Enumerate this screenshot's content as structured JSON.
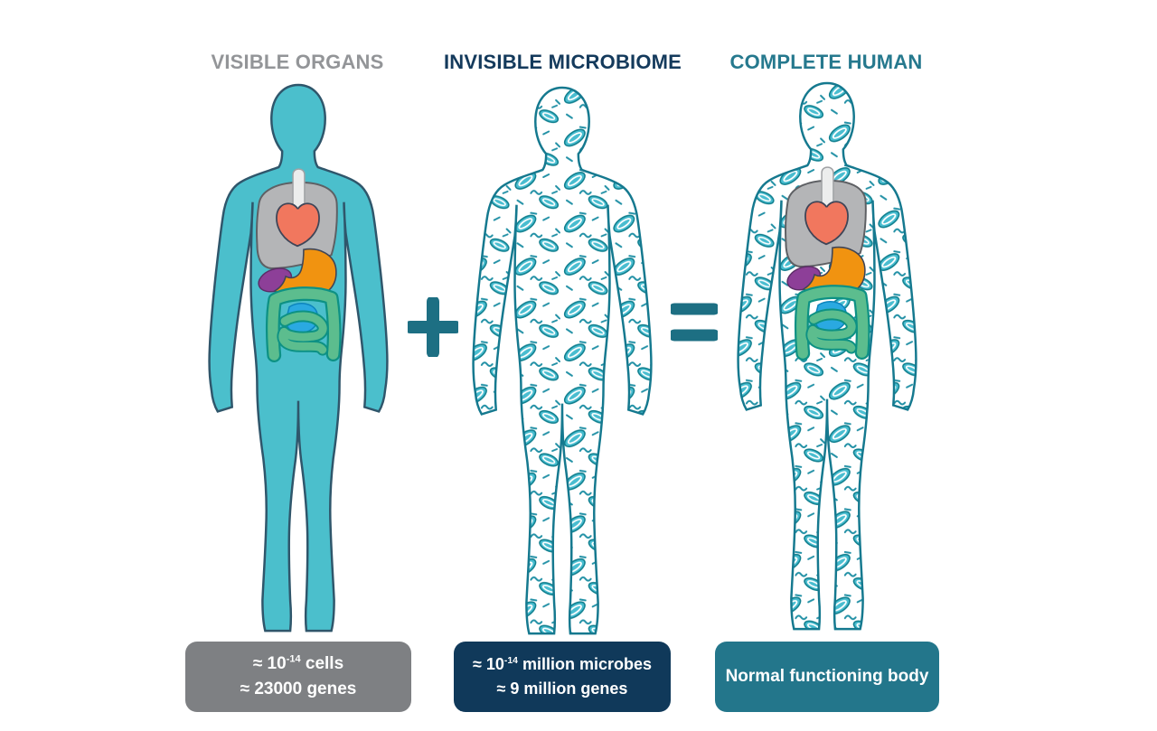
{
  "headers": {
    "col1": "VISIBLE ORGANS",
    "col2": "INVISIBLE MICROBIOME",
    "col3": "COMPLETE HUMAN"
  },
  "operators": {
    "plus": "+",
    "equals": "="
  },
  "box1": {
    "line1_prefix": "≈ 10",
    "line1_sup": "-14",
    "line1_suffix": " cells",
    "line2": "≈ 23000 genes"
  },
  "box2": {
    "line1_prefix": "≈ 10",
    "line1_sup": "-14",
    "line1_suffix": " million microbes",
    "line2": "≈ 9 million genes"
  },
  "box3": {
    "label": "Normal functioning body"
  },
  "icons": {
    "figure1": "human-silhouette-with-organs",
    "figure2": "human-silhouette-microbiome-pattern",
    "figure3": "human-silhouette-organs-and-microbiome"
  },
  "colors": {
    "title_gray": "#939598",
    "title_navy": "#143a5c",
    "title_teal": "#26798e",
    "body_teal": "#4bbfcc",
    "body_outline": "#2f566b",
    "microbe_outline": "#15798f",
    "microbe_fill": "#49bdd0",
    "operator_teal": "#1d6f83",
    "box1_bg": "#7e8083",
    "box2_bg": "#10395a",
    "box3_bg": "#23768b",
    "lungs_gray": "#b4b5b7",
    "heart_coral": "#f1775e",
    "stomach_orange": "#f19310",
    "spleen_purple": "#8d3f98",
    "intestine_green": "#5cbd8e",
    "small_intestine_blue": "#2aa9e1"
  }
}
